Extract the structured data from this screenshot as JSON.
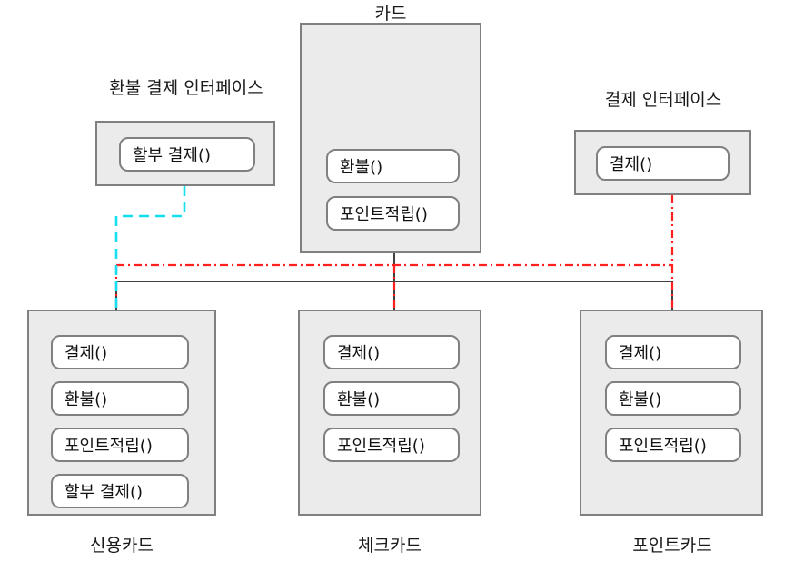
{
  "diagram": {
    "kind": "uml-class-diagram",
    "language": "ko",
    "colors": {
      "box_fill": "#ebebeb",
      "box_border": "#808080",
      "method_fill": "#ffffff",
      "method_border": "#808080",
      "text": "#1a1a1a",
      "inheritance_line": "#404040",
      "realization_payment": "#ff2020",
      "realization_refund": "#16e0f0"
    },
    "interfaces": [
      {
        "id": "refund-payment-interface",
        "title": "환불 결제 인터페이스",
        "methods": [
          "할부 결제()"
        ]
      },
      {
        "id": "payment-interface",
        "title": "결제 인터페이스",
        "methods": [
          "결제()"
        ]
      }
    ],
    "base_class": {
      "id": "card",
      "title": "카드",
      "methods": [
        "환불()",
        "포인트적립()"
      ]
    },
    "subclasses": [
      {
        "id": "credit-card",
        "title": "신용카드",
        "methods": [
          "결제()",
          "환불()",
          "포인트적립()",
          "할부 결제()"
        ]
      },
      {
        "id": "check-card",
        "title": "체크카드",
        "methods": [
          "결제()",
          "환불()",
          "포인트적립()"
        ]
      },
      {
        "id": "point-card",
        "title": "포인트카드",
        "methods": [
          "결제()",
          "환불()",
          "포인트적립()"
        ]
      }
    ]
  }
}
